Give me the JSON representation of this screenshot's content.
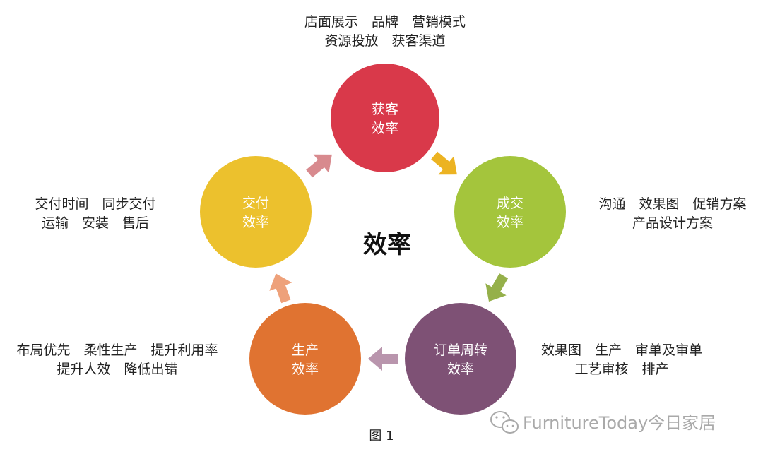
{
  "center_title": "效率",
  "caption": "图 1",
  "watermark": "FurnitureToday今日家居",
  "nodes": {
    "acquire": {
      "line1": "获客",
      "line2": "效率",
      "color": "#d9394a",
      "notes": [
        "店面展示　品牌　营销模式",
        "资源投放　获客渠道"
      ]
    },
    "deal": {
      "line1": "成交",
      "line2": "效率",
      "color": "#a4c53c",
      "notes": [
        "沟通　效果图　促销方案",
        "产品设计方案"
      ]
    },
    "order": {
      "line1": "订单周转",
      "line2": "效率",
      "color": "#7e5175",
      "notes": [
        "效果图　生产　审单及审单",
        "工艺审核　排产"
      ]
    },
    "produce": {
      "line1": "生产",
      "line2": "效率",
      "color": "#e07331",
      "notes": [
        "布局优先　柔性生产　提升利用率",
        "提升人效　降低出错"
      ]
    },
    "deliver": {
      "line1": "交付",
      "line2": "效率",
      "color": "#ecc12d",
      "notes": [
        "交付时间　同步交付",
        "运输　安装　售后"
      ]
    }
  },
  "arrows": {
    "acquire_to_deal": "#ecb322",
    "deal_to_order": "#95b04a",
    "order_to_produce": "#b995ad",
    "produce_to_deliver": "#eea17a",
    "deliver_to_acquire": "#d88a8e"
  }
}
